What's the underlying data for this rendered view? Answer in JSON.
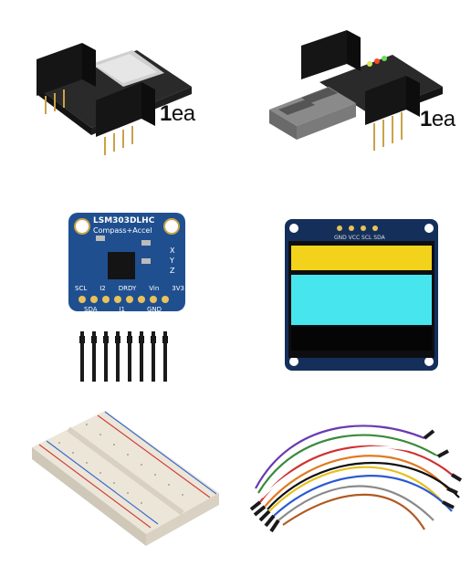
{
  "items": [
    {
      "quantity_num": "1",
      "quantity_unit": "ea"
    },
    {
      "quantity_num": "1",
      "quantity_unit": "ea"
    },
    {
      "board_title": "LSM303DLHC",
      "board_subtitle": "Compass+Accel",
      "pin_labels_top": [
        "SCL",
        "I2",
        "DRDY",
        "Vin",
        "3V3"
      ],
      "pin_labels_bottom": [
        "SDA",
        "I1",
        "GND"
      ],
      "axis_labels": [
        "X",
        "Y",
        "Z"
      ]
    },
    {
      "header_labels": "GND VCC SCL SDA"
    },
    {},
    {}
  ],
  "colors": {
    "pcb_black": "#1c1c1c",
    "pcb_blue": "#1f4f8f",
    "oled_yellow": "#f2d21a",
    "oled_cyan": "#47e6ee",
    "breadboard": "#ece6d8"
  }
}
